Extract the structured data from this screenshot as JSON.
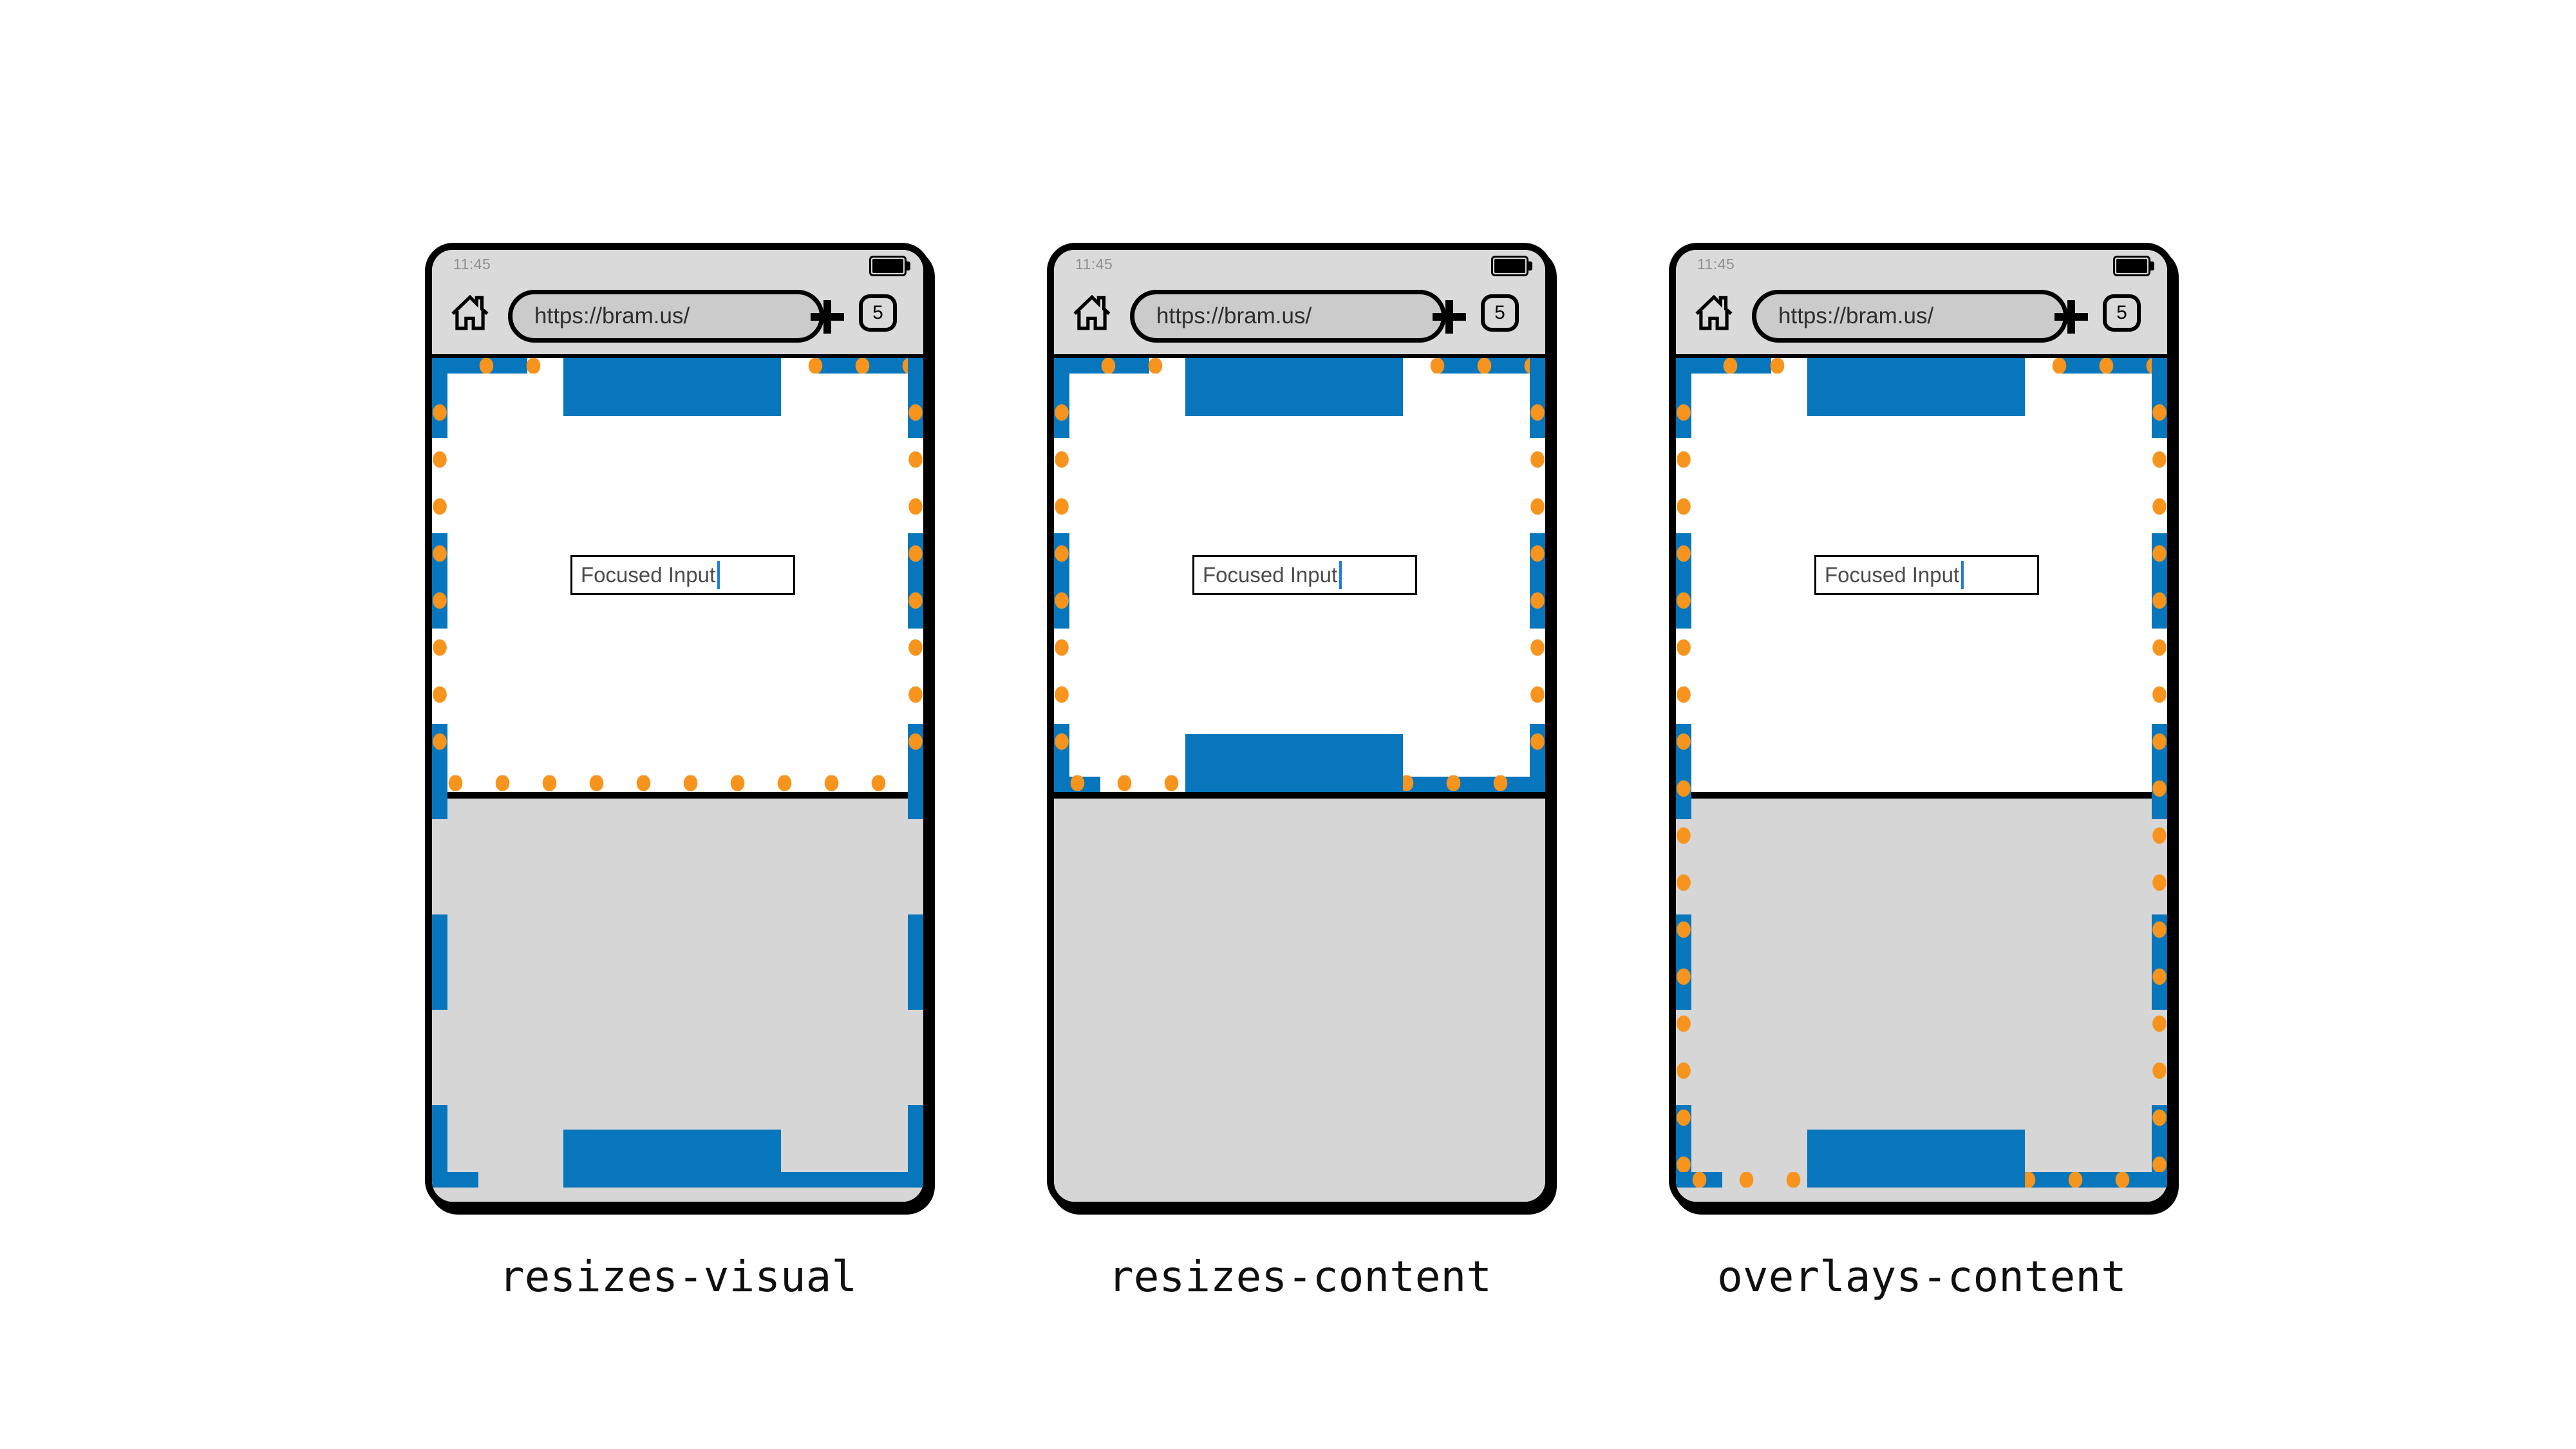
{
  "figure": {
    "labels": {
      "rv": "resizes-visual",
      "rc": "resizes-content",
      "oc": "overlays-content"
    }
  },
  "phones": [
    {
      "mode": "resizes-visual",
      "time": "11:45",
      "url": "https://bram.us/",
      "tab_count": "5",
      "input_value": "Focused Input"
    },
    {
      "mode": "resizes-content",
      "time": "11:45",
      "url": "https://bram.us/",
      "tab_count": "5",
      "input_value": "Focused Input"
    },
    {
      "mode": "overlays-content",
      "time": "11:45",
      "url": "https://bram.us/",
      "tab_count": "5",
      "input_value": "Focused Input"
    }
  ],
  "colors": {
    "layout_viewport_blue": "#0776BC",
    "visual_viewport_orange": "#F7941D",
    "keyboard_gray": "#D6D6D6",
    "browser_chrome_gray": "#DADADA",
    "url_pill_gray": "#CBCBCB",
    "caret_blue": "#1D7DD8"
  },
  "icons": {
    "home": "house-outline",
    "new_tab": "plus-cross",
    "battery": "battery-full",
    "text_caret": "vertical-bar"
  }
}
